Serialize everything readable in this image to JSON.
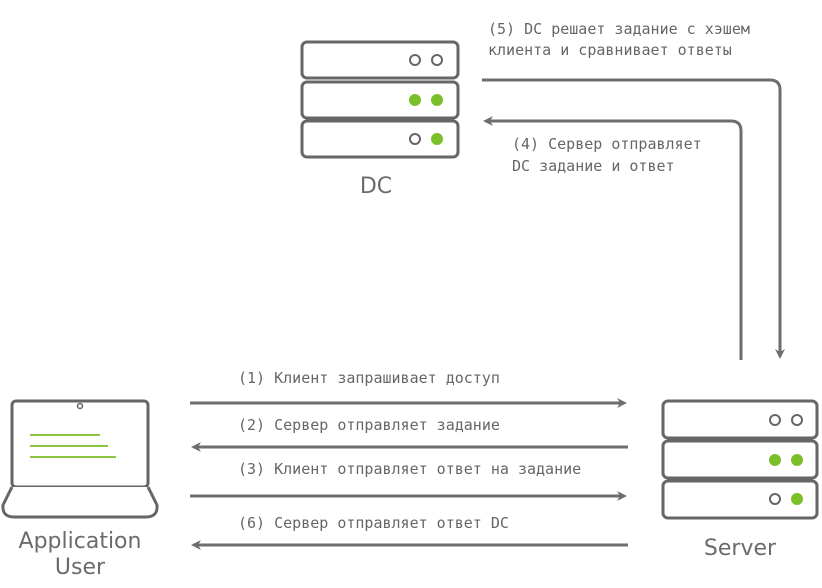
{
  "nodes": {
    "dc": {
      "label": "DC"
    },
    "server": {
      "label": "Server"
    },
    "client": {
      "label_line1": "Application",
      "label_line2": "User"
    }
  },
  "messages": {
    "m1": "(1) Клиент запрашивает доступ",
    "m2": "(2) Сервер отправляет задание",
    "m3": "(3) Клиент отправляет ответ на задание",
    "m4_line1": "(4) Сервер отправляет",
    "m4_line2": "DC задание и ответ",
    "m5_line1": "(5) DC решает задание с хэшем",
    "m5_line2": "клиента и сравнивает ответы",
    "m6": "(6) Сервер отправляет ответ DC"
  },
  "colors": {
    "stroke": "#666666",
    "arrow": "#6e6e6e",
    "led_on": "#7bbf2a",
    "screen_line": "#8cc63f"
  }
}
